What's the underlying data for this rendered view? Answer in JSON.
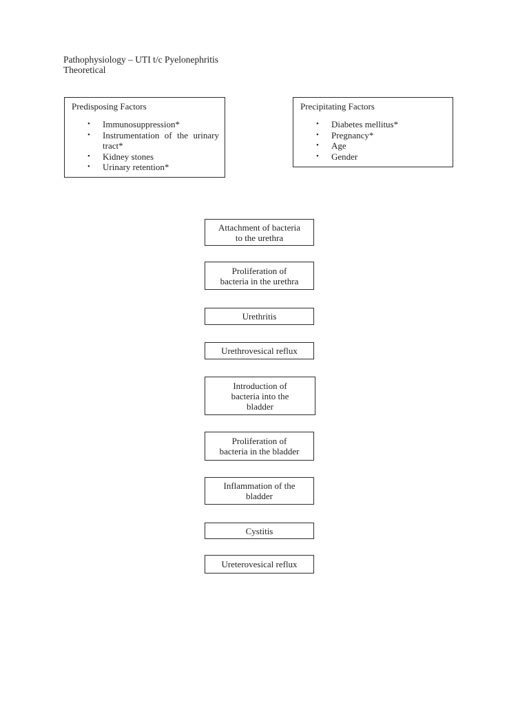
{
  "doc": {
    "title": "Pathophysiology – UTI t/c Pyelonephritis\nTheoretical"
  },
  "predisposing": {
    "heading": "Predisposing Factors",
    "bullet_glyph": "•",
    "items": [
      "Immunosuppression*",
      "Instrumentation of the urinary tract*",
      "Kidney stones",
      "Urinary retention*"
    ]
  },
  "precipitating": {
    "heading": "Precipitating Factors",
    "bullet_glyph": "•",
    "items": [
      "Diabetes mellitus*",
      "Pregnancy*",
      "Age",
      "Gender"
    ]
  },
  "flowchart": {
    "steps": [
      "Attachment of bacteria\nto the urethra",
      "Proliferation of\nbacteria in the urethra",
      "Urethritis",
      "Urethrovesical reflux",
      "Introduction of\nbacteria into the\nbladder",
      "Proliferation of\nbacteria in the bladder",
      "Inflammation of the\nbladder",
      "Cystitis",
      "Ureterovesical reflux"
    ]
  },
  "colors": {
    "page_background": "#ffffff",
    "text": "#1f1f1f",
    "box_border": "#2b2b2b"
  }
}
